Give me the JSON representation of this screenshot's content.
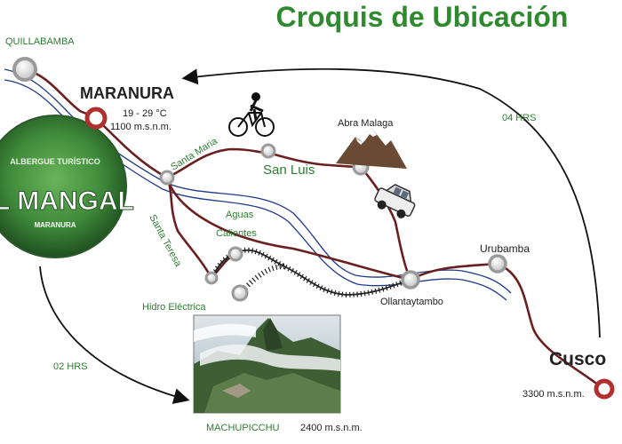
{
  "title": "Croquis de Ubicación",
  "colors": {
    "title": "#2f8a2f",
    "road": "#6b2020",
    "river": "#1f3a8a",
    "green_label": "#2e7d32",
    "dark_label": "#222222",
    "stop_ring": "#9a9a9a",
    "red_stop_ring": "#b03030"
  },
  "places": {
    "quillabamba": "QUILLABAMBA",
    "maranura": "MARANURA",
    "santa_maria": "Santa Maria",
    "san_luis": "San Luis",
    "abra_malaga": "Abra Malaga",
    "santa_teresa": "Santa Teresa",
    "aguas_calientes": "Aguas\nCalientes",
    "aguas_line1": "Aguas",
    "aguas_line2": "Calientes",
    "hidro_electrica": "Hidro Eléctrica",
    "ollantaytambo": "Ollantaytambo",
    "urubamba": "Urubamba",
    "cusco": "Cusco",
    "machupicchu": "MACHUPICCHU"
  },
  "info": {
    "maranura_temp": "19 - 29 °C",
    "maranura_alt": "1100 m.s.n.m.",
    "cusco_alt": "3300 m.s.n.m.",
    "machupicchu_alt": "2400 m.s.n.m.",
    "time_cusco": "04 HRS",
    "time_machupicchu": "02 HRS"
  },
  "logo": {
    "top_text": "ALBERGUE TURÍSTICO",
    "name": "EL MANGAL",
    "bottom_text": "MARANURA"
  },
  "icons": [
    "cyclist-icon",
    "mountain-icon",
    "car-icon",
    "photo-machupicchu"
  ]
}
